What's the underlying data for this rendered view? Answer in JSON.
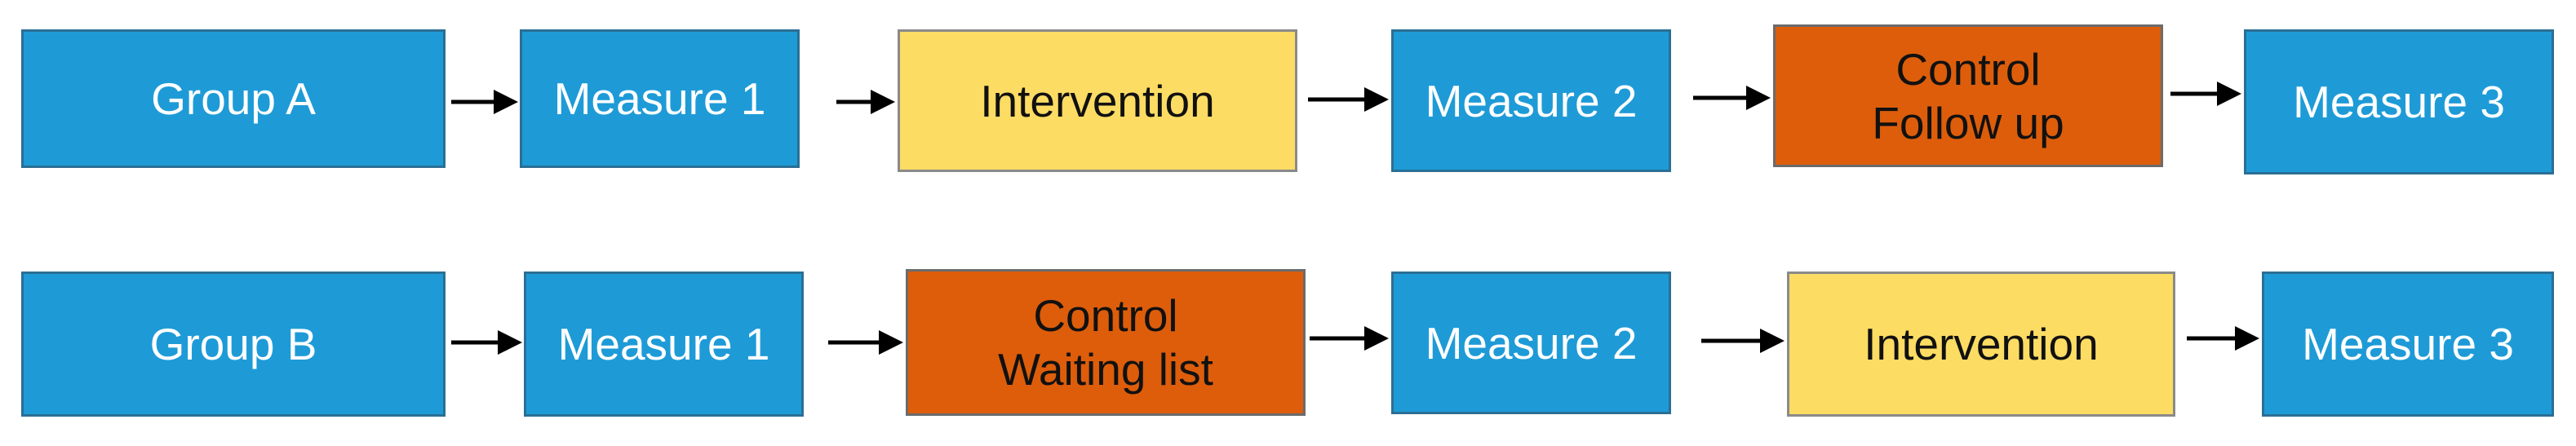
{
  "colors": {
    "measure_group": "#1e9bd7",
    "intervention": "#fddc64",
    "control": "#dd5d0b",
    "arrow": "#000000"
  },
  "rows": [
    {
      "group": "Group A",
      "nodes": [
        {
          "label": "Group A",
          "kind": "blue"
        },
        {
          "label": "Measure 1",
          "kind": "blue"
        },
        {
          "label": "Intervention",
          "kind": "yellow"
        },
        {
          "label": "Measure 2",
          "kind": "blue"
        },
        {
          "label": "Control\nFollow up",
          "kind": "orange"
        },
        {
          "label": "Measure 3",
          "kind": "blue"
        }
      ]
    },
    {
      "group": "Group B",
      "nodes": [
        {
          "label": "Group B",
          "kind": "blue"
        },
        {
          "label": "Measure 1",
          "kind": "blue"
        },
        {
          "label": "Control\nWaiting list",
          "kind": "orange"
        },
        {
          "label": "Measure 2",
          "kind": "blue"
        },
        {
          "label": "Intervention",
          "kind": "yellow"
        },
        {
          "label": "Measure 3",
          "kind": "blue"
        }
      ]
    }
  ]
}
